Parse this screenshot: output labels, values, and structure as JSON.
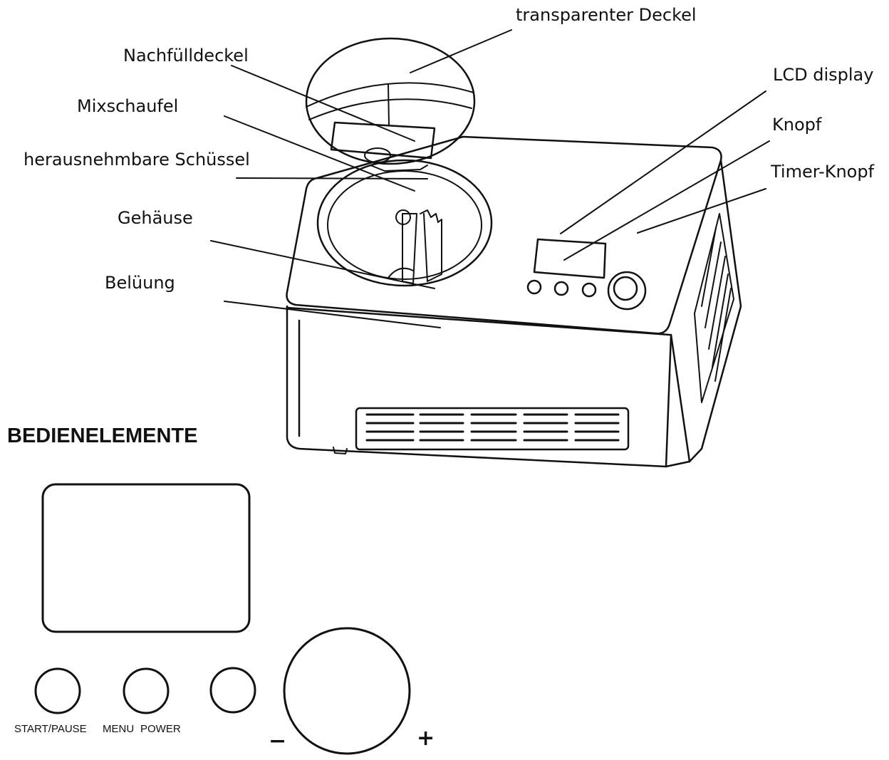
{
  "labels": {
    "transparenter_deckel": "transparenter Deckel",
    "nachfuelldeckel": "Nachfülldeckel",
    "mixschaufel": "Mixschaufel",
    "schuessel": "herausnehmbare Schüssel",
    "gehaeuse": "Gehäuse",
    "beluung": "Belüung",
    "lcd_display": "LCD display",
    "knopf": "Knopf",
    "timer_knopf": "Timer-Knopf"
  },
  "controls": {
    "heading": "BEDIENELEMENTE",
    "button_labels": [
      "START/PAUSE",
      "MENU",
      "POWER"
    ],
    "dial_minus": "−",
    "dial_plus": "+"
  },
  "colors": {
    "line": "#111111",
    "background": "#ffffff"
  }
}
